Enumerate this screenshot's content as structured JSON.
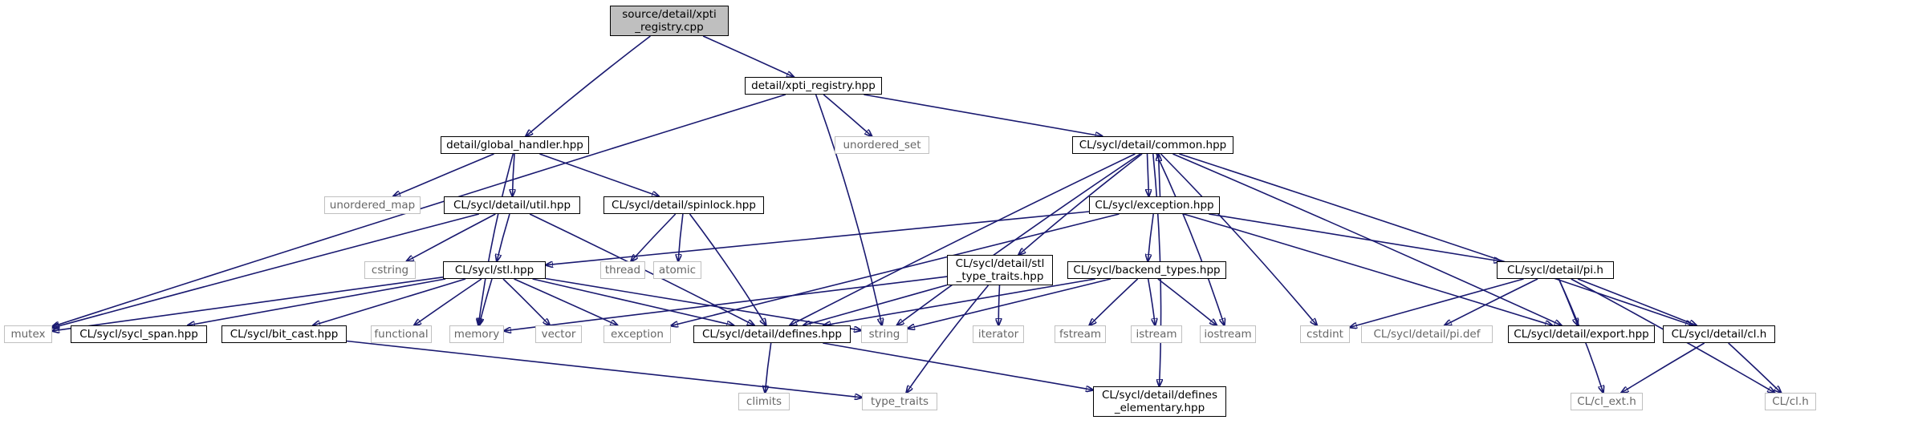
{
  "diagram": {
    "nodes": [
      {
        "id": "src",
        "label": "source/detail/xpti\n_registry.cpp",
        "style": "active"
      },
      {
        "id": "xreg",
        "label": "detail/xpti_registry.hpp",
        "style": "solid"
      },
      {
        "id": "gh",
        "label": "detail/global_handler.hpp",
        "style": "solid"
      },
      {
        "id": "uset",
        "label": "unordered_set",
        "style": "ext"
      },
      {
        "id": "common",
        "label": "CL/sycl/detail/common.hpp",
        "style": "solid"
      },
      {
        "id": "umap",
        "label": "unordered_map",
        "style": "ext"
      },
      {
        "id": "util",
        "label": "CL/sycl/detail/util.hpp",
        "style": "solid"
      },
      {
        "id": "spin",
        "label": "CL/sycl/detail/spinlock.hpp",
        "style": "solid"
      },
      {
        "id": "exc",
        "label": "CL/sycl/exception.hpp",
        "style": "solid"
      },
      {
        "id": "cstring",
        "label": "cstring",
        "style": "ext"
      },
      {
        "id": "thread",
        "label": "thread",
        "style": "ext"
      },
      {
        "id": "atomic",
        "label": "atomic",
        "style": "ext"
      },
      {
        "id": "stl",
        "label": "CL/sycl/stl.hpp",
        "style": "solid"
      },
      {
        "id": "stt",
        "label": "CL/sycl/detail/stl\n_type_traits.hpp",
        "style": "solid"
      },
      {
        "id": "bt",
        "label": "CL/sycl/backend_types.hpp",
        "style": "solid"
      },
      {
        "id": "pi",
        "label": "CL/sycl/detail/pi.h",
        "style": "solid"
      },
      {
        "id": "mutex",
        "label": "mutex",
        "style": "ext"
      },
      {
        "id": "span",
        "label": "CL/sycl/sycl_span.hpp",
        "style": "solid"
      },
      {
        "id": "bitcast",
        "label": "CL/sycl/bit_cast.hpp",
        "style": "solid"
      },
      {
        "id": "functional",
        "label": "functional",
        "style": "ext"
      },
      {
        "id": "memory",
        "label": "memory",
        "style": "ext"
      },
      {
        "id": "vector",
        "label": "vector",
        "style": "ext"
      },
      {
        "id": "exception",
        "label": "exception",
        "style": "ext"
      },
      {
        "id": "defines",
        "label": "CL/sycl/detail/defines.hpp",
        "style": "solid"
      },
      {
        "id": "string",
        "label": "string",
        "style": "ext"
      },
      {
        "id": "iterator",
        "label": "iterator",
        "style": "ext"
      },
      {
        "id": "fstream",
        "label": "fstream",
        "style": "ext"
      },
      {
        "id": "istream",
        "label": "istream",
        "style": "ext"
      },
      {
        "id": "iostream",
        "label": "iostream",
        "style": "ext"
      },
      {
        "id": "cstdint",
        "label": "cstdint",
        "style": "ext"
      },
      {
        "id": "pidef",
        "label": "CL/sycl/detail/pi.def",
        "style": "ext"
      },
      {
        "id": "export",
        "label": "CL/sycl/detail/export.hpp",
        "style": "solid"
      },
      {
        "id": "clh_detail",
        "label": "CL/sycl/detail/cl.h",
        "style": "solid"
      },
      {
        "id": "climits",
        "label": "climits",
        "style": "ext"
      },
      {
        "id": "typetraits",
        "label": "type_traits",
        "style": "ext"
      },
      {
        "id": "defelem",
        "label": "CL/sycl/detail/defines\n_elementary.hpp",
        "style": "solid"
      },
      {
        "id": "clext",
        "label": "CL/cl_ext.h",
        "style": "ext"
      },
      {
        "id": "clh",
        "label": "CL/cl.h",
        "style": "ext"
      }
    ],
    "edges": [
      [
        "src",
        "gh"
      ],
      [
        "src",
        "xreg"
      ],
      [
        "xreg",
        "mutex"
      ],
      [
        "xreg",
        "string"
      ],
      [
        "xreg",
        "uset"
      ],
      [
        "xreg",
        "common"
      ],
      [
        "gh",
        "umap"
      ],
      [
        "gh",
        "util"
      ],
      [
        "gh",
        "spin"
      ],
      [
        "gh",
        "memory"
      ],
      [
        "common",
        "exc"
      ],
      [
        "common",
        "stt"
      ],
      [
        "common",
        "defines"
      ],
      [
        "common",
        "string"
      ],
      [
        "common",
        "iostream"
      ],
      [
        "common",
        "cstdint"
      ],
      [
        "common",
        "export"
      ],
      [
        "common",
        "clh_detail"
      ],
      [
        "common",
        "defelem"
      ],
      [
        "exc",
        "common"
      ],
      [
        "exc",
        "bt"
      ],
      [
        "exc",
        "pi"
      ],
      [
        "exc",
        "stl"
      ],
      [
        "exc",
        "exception"
      ],
      [
        "exc",
        "export"
      ],
      [
        "util",
        "cstring"
      ],
      [
        "util",
        "stl"
      ],
      [
        "util",
        "mutex"
      ],
      [
        "util",
        "defines"
      ],
      [
        "spin",
        "thread"
      ],
      [
        "spin",
        "atomic"
      ],
      [
        "spin",
        "defines"
      ],
      [
        "stl",
        "mutex"
      ],
      [
        "stl",
        "span"
      ],
      [
        "stl",
        "bitcast"
      ],
      [
        "stl",
        "functional"
      ],
      [
        "stl",
        "memory"
      ],
      [
        "stl",
        "vector"
      ],
      [
        "stl",
        "exception"
      ],
      [
        "stl",
        "defines"
      ],
      [
        "stl",
        "string"
      ],
      [
        "stt",
        "memory"
      ],
      [
        "stt",
        "defines"
      ],
      [
        "stt",
        "iterator"
      ],
      [
        "stt",
        "typetraits"
      ],
      [
        "bt",
        "string"
      ],
      [
        "bt",
        "defines"
      ],
      [
        "bt",
        "fstream"
      ],
      [
        "bt",
        "istream"
      ],
      [
        "bt",
        "iostream"
      ],
      [
        "pi",
        "cstdint"
      ],
      [
        "pi",
        "pidef"
      ],
      [
        "pi",
        "export"
      ],
      [
        "pi",
        "clh_detail"
      ],
      [
        "pi",
        "clext"
      ],
      [
        "pi",
        "clh"
      ],
      [
        "bitcast",
        "typetraits"
      ],
      [
        "defines",
        "climits"
      ],
      [
        "defines",
        "defelem"
      ],
      [
        "clh_detail",
        "clext"
      ],
      [
        "clh_detail",
        "clh"
      ]
    ]
  }
}
